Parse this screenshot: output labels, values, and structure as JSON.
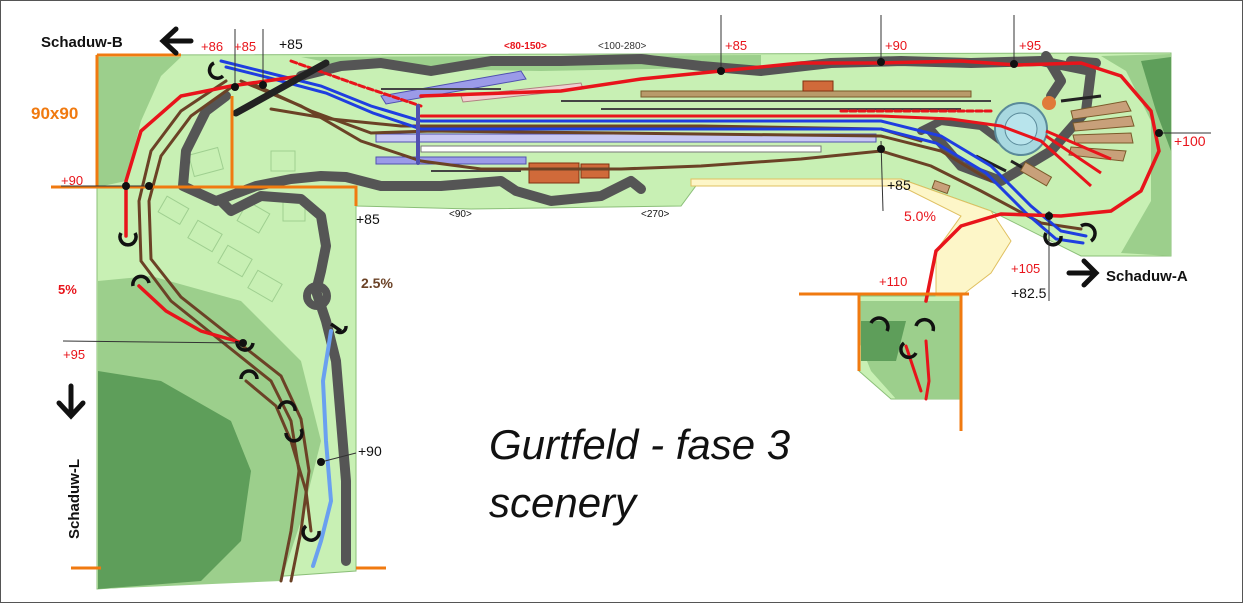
{
  "title": {
    "line1": "Gurtfeld - fase 3",
    "line2": "scenery"
  },
  "shadow_labels": {
    "b": "Schaduw-B",
    "a": "Schaduw-A",
    "l": "Schaduw-L"
  },
  "dimensions": {
    "corner": "90x90"
  },
  "grades": {
    "left_red": "5%",
    "mid_brown": "2.5%",
    "right_red": "5.0%"
  },
  "heights_black": {
    "h1": "+85",
    "h2": "+85",
    "h3": "+85",
    "h4": "+90",
    "h5": "+82.5"
  },
  "heights_red": {
    "h1": "+86",
    "h2": "+85",
    "h3": "+85",
    "h4": "+90",
    "h5": "+95",
    "h6": "+100",
    "h7": "+90",
    "h8": "+95",
    "h9": "+110",
    "h10": "+105"
  },
  "radii": {
    "r1": "<80-150>",
    "r2": "<100-280>",
    "r3": "<90>",
    "r4": "<270>"
  },
  "colors": {
    "track_red": "#e8141b",
    "track_blue": "#1f3ee0",
    "track_brown": "#6b4226",
    "road": "#555555",
    "base_light": "#c8f0b4",
    "base_mid": "#9ccf8c",
    "base_dark": "#5e9e5a",
    "board_edge": "#f07a10"
  }
}
